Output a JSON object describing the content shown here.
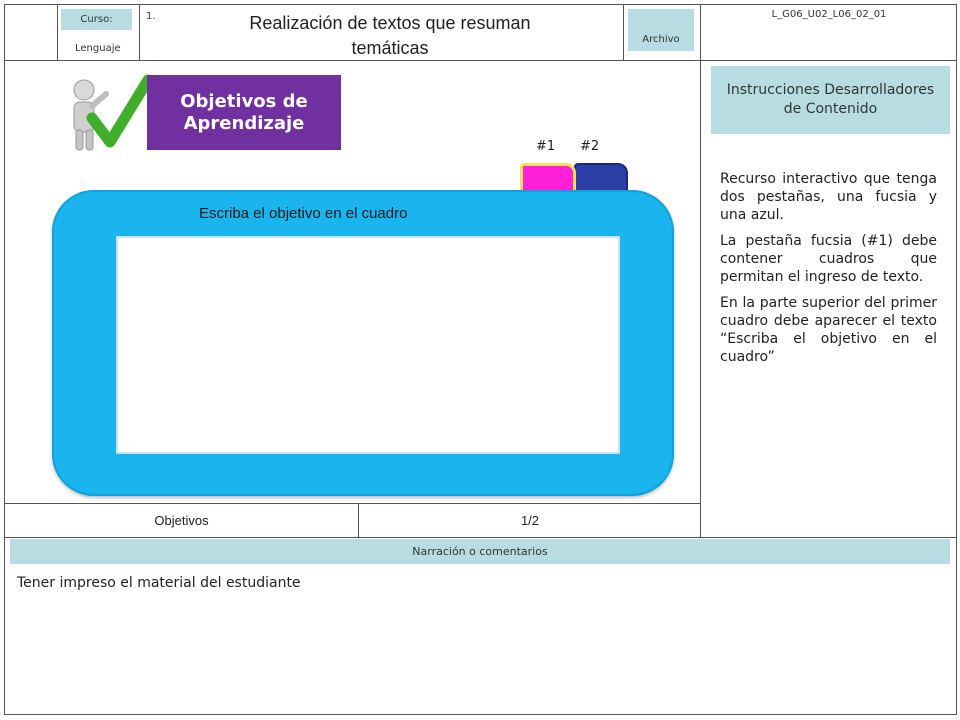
{
  "header": {
    "course_label": "Curso:",
    "course_value": "Lenguaje",
    "number": "1.",
    "title": "Realización de textos que resuman temáticas",
    "file_label": "Archivo",
    "code": "L_G06_U02_L06_02_01"
  },
  "objectives_banner": {
    "text": "Objetivos de Aprendizaje"
  },
  "tabs": [
    {
      "label": "#1",
      "color": "#ff1fd8"
    },
    {
      "label": "#2",
      "color": "#2b3ea6"
    }
  ],
  "panel": {
    "title": "Escriba el objetivo en el cuadro",
    "color": "#1ab4ee",
    "input_value": ""
  },
  "footer_row": {
    "section": "Objetivos",
    "page": "1/2"
  },
  "instructions": {
    "title": "Instrucciones Desarrolladores de Contenido",
    "paragraphs": [
      "Recurso interactivo que tenga dos pestañas, una fucsia y una azul.",
      "La pestaña fucsia (#1) debe contener cuadros que permitan el ingreso de texto.",
      "En la parte superior del primer cuadro debe aparecer el texto “Escriba el objetivo en el cuadro”"
    ]
  },
  "narration": {
    "label": "Narración o comentarios",
    "text": "Tener impreso el material del estudiante"
  },
  "icons": {
    "figure_check": "person-checkmark-icon"
  }
}
